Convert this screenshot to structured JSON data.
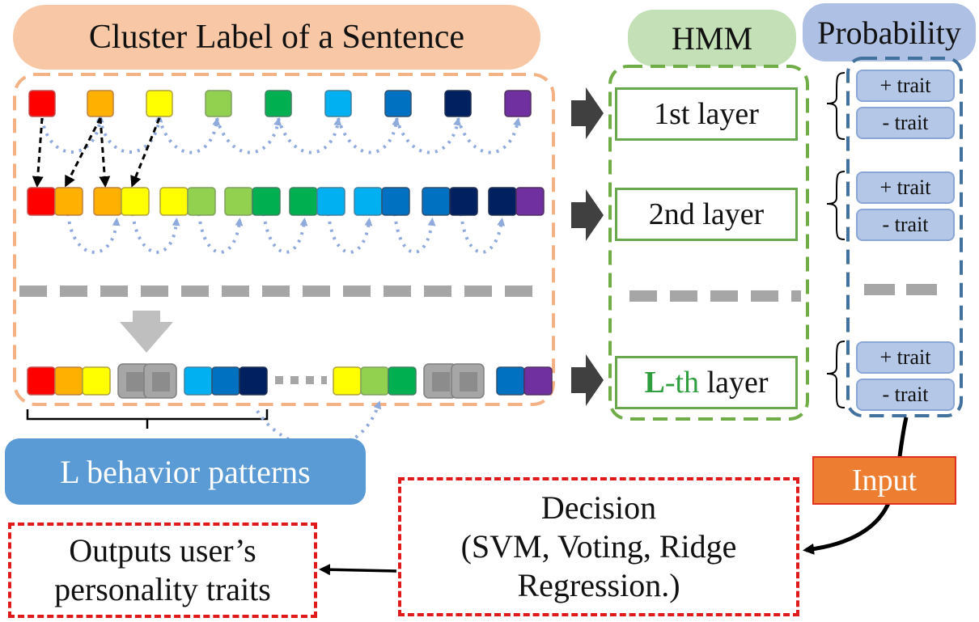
{
  "headers": {
    "cluster": "Cluster Label of a Sentence",
    "hmm": "HMM",
    "probability": "Probability"
  },
  "layers": {
    "first": "1st layer",
    "second": "2nd layer",
    "last_prefix_L": "L",
    "last_prefix_th": "-th",
    "last_suffix": " layer"
  },
  "traits": {
    "plus": "+ trait",
    "minus": "- trait"
  },
  "behavior_patterns": "L behavior patterns",
  "input_label": "Input",
  "decision": {
    "line1": "Decision",
    "line2": "(SVM, Voting, Ridge",
    "line3": "Regression.)"
  },
  "outputs": {
    "line1": "Outputs user’s",
    "line2": "personality traits"
  },
  "palette": {
    "red": "#ff0000",
    "orange": "#ffb000",
    "yellow": "#ffff00",
    "light_green": "#92d050",
    "green": "#00b050",
    "sky": "#00b0f0",
    "blue": "#0070c0",
    "navy": "#002060",
    "purple": "#7030a0",
    "gray": "#a6a6a6"
  }
}
